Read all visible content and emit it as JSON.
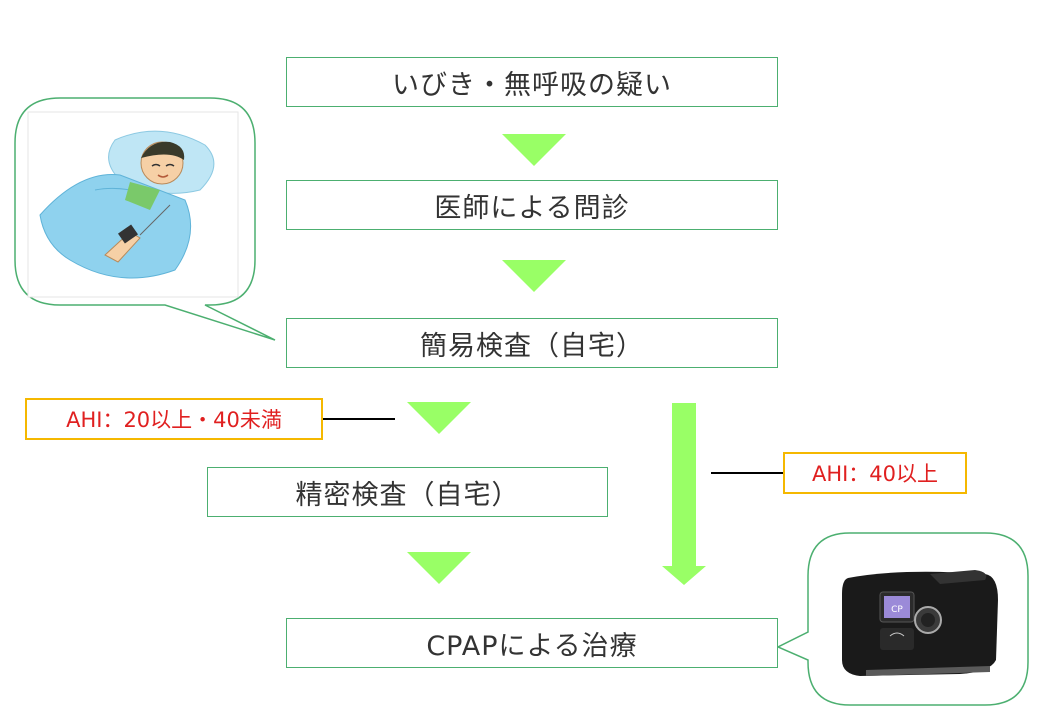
{
  "flow": {
    "step1": "いびき・無呼吸の疑い",
    "step2": "医師による問診",
    "step3": "簡易検査（自宅）",
    "step4": "精密検査（自宅）",
    "step5": "CPAPによる治療"
  },
  "labels": {
    "ahi_mid": "AHI：20以上・40未満",
    "ahi_high": "AHI：40以上"
  },
  "colors": {
    "arrow": "#99ff66",
    "box_border": "#4caf70",
    "label_text": "#e02020",
    "label_border": "#f5b800"
  }
}
